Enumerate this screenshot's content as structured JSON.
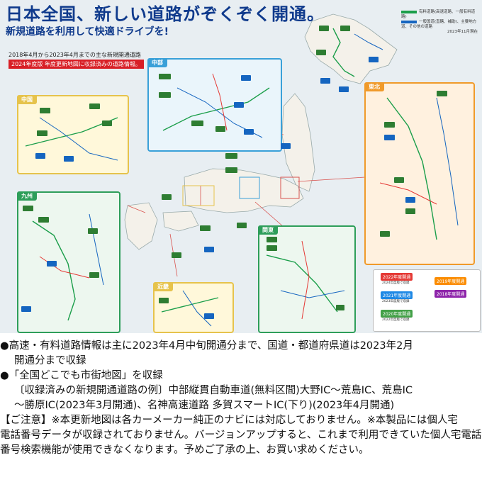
{
  "header": {
    "title": "日本全国、新しい道路がぞくぞく開通。",
    "subtitle": "新規道路を利用して快適ドライブを!",
    "caption": "2018年4月から2023年4月までの主な新規開通道路",
    "badge": "2024年度版 年度更新地図に収録済みの道路情報。"
  },
  "top_legend": {
    "row1": "有料道路(高速道路、一般有料道路)",
    "row2": "一般国道(直轄、補助)、主要地方道、その他の道路",
    "note": "2023年11月現在",
    "colors": [
      "#1b9e4a",
      "#1565c0"
    ]
  },
  "regions": {
    "chubu": "中部",
    "chugoku": "中国",
    "kyushu": "九州",
    "kinki": "近畿",
    "kanto": "関東",
    "tohoku": "東北"
  },
  "year_legend": {
    "y2022": "2022年度開通",
    "y2022_note": "2024年度版で収録",
    "y2021": "2021年度開通",
    "y2021_note": "2023年度版で収録",
    "y2020": "2020年度開通",
    "y2020_note": "2022年度版で収録",
    "y2019": "2019年度開通",
    "y2018": "2018年度開通",
    "colors": {
      "y2022": "#e53935",
      "y2021": "#1e88e5",
      "y2020": "#43a047",
      "y2019": "#fb8c00",
      "y2018": "#8e24aa"
    }
  },
  "notes": {
    "b1_l1": "●高速・有料道路情報は主に2023年4月中旬開通分まで、国道・都道府県道は2023年2月",
    "b1_l2": "開通分まで収録",
    "b2_l1": "●「全国どこでも市街地図」を収録",
    "b2_l2": "〔収録済みの新規開通道路の例〕中部縦貫自動車道(無料区間)大野IC〜荒島IC、荒島IC",
    "b2_l3": "〜勝原IC(2023年3月開通)、名神高速道路 多賀スマートIC(下り)(2023年4月開通)",
    "c_l1": "【ご注意】※本更新地図は各カーメーカー純正のナビには対応しておりません。※本製品には個人宅",
    "c_l2": "電話番号データが収録されておりません。バージョンアップすると、これまで利用できていた個人宅電話",
    "c_l3": "番号検索機能が使用できなくなります。予めご了承の上、お買い求めください。"
  }
}
